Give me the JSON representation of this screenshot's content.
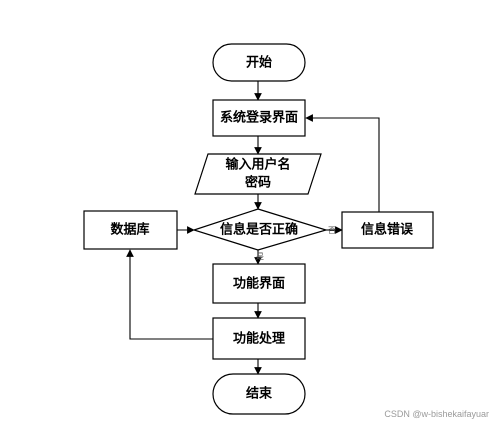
{
  "nodes": {
    "start": "开始",
    "login_screen": "系统登录界面",
    "input_line1": "输入用户名",
    "input_line2": "密码",
    "check": "信息是否正确",
    "database": "数据库",
    "error": "信息错误",
    "function_screen": "功能界面",
    "function_process": "功能处理",
    "end": "结束"
  },
  "edge_labels": {
    "yes": "是",
    "no": "否"
  },
  "watermark": "CSDN @w-bishekaifayuar"
}
